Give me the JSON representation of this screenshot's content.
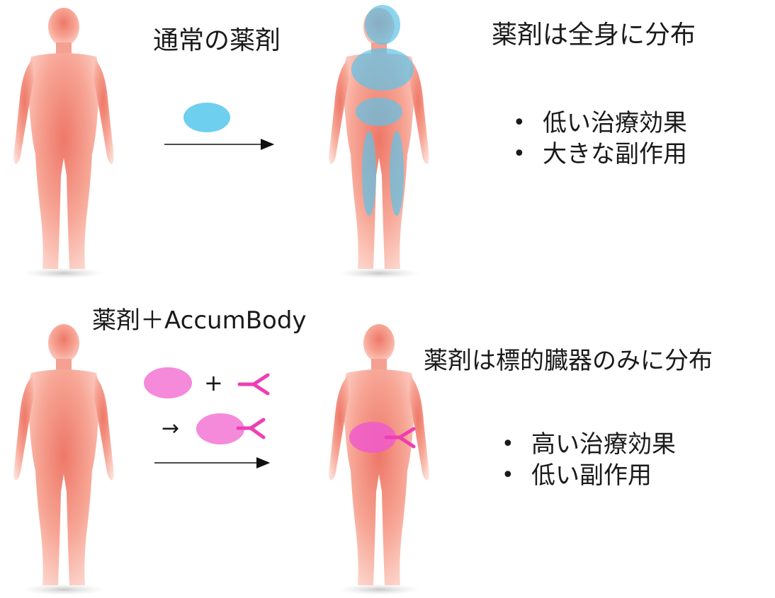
{
  "top": {
    "label": "通常の薬剤",
    "result_title": "薬剤は全身に分布",
    "bullets": [
      "低い治療効果",
      "大きな副作用"
    ],
    "drug_color": "#6ECFEF"
  },
  "bottom": {
    "label": "薬剤＋AccumBody",
    "plus": "+",
    "arrow": "→",
    "result_title": "薬剤は標的臓器のみに分布",
    "bullets": [
      "高い治療効果",
      "低い副作用"
    ],
    "drug_color": "#F58ADB",
    "antibody_color": "#EE3FB2"
  },
  "colors": {
    "body_light": "#FDDDD5",
    "body_mid": "#F7A696",
    "body_dark": "#EE7060"
  }
}
